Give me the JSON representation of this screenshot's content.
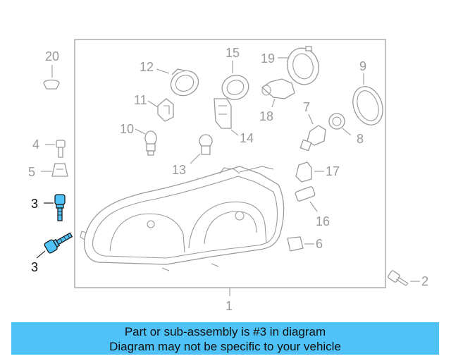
{
  "callouts": {
    "c1": "1",
    "c2": "2",
    "c3a": "3",
    "c3b": "3",
    "c4": "4",
    "c5": "5",
    "c6": "6",
    "c7": "7",
    "c8": "8",
    "c9": "9",
    "c10": "10",
    "c11": "11",
    "c12": "12",
    "c13": "13",
    "c14": "14",
    "c15": "15",
    "c16": "16",
    "c17": "17",
    "c18": "18",
    "c19": "19",
    "c20": "20"
  },
  "banner": {
    "line1": "Part or sub-assembly is #3 in diagram",
    "line2": "Diagram may not be specific to your vehicle"
  },
  "colors": {
    "highlight": "#4fc3f7",
    "line_art": "#9a9a9a",
    "highlight_text": "#111111"
  }
}
